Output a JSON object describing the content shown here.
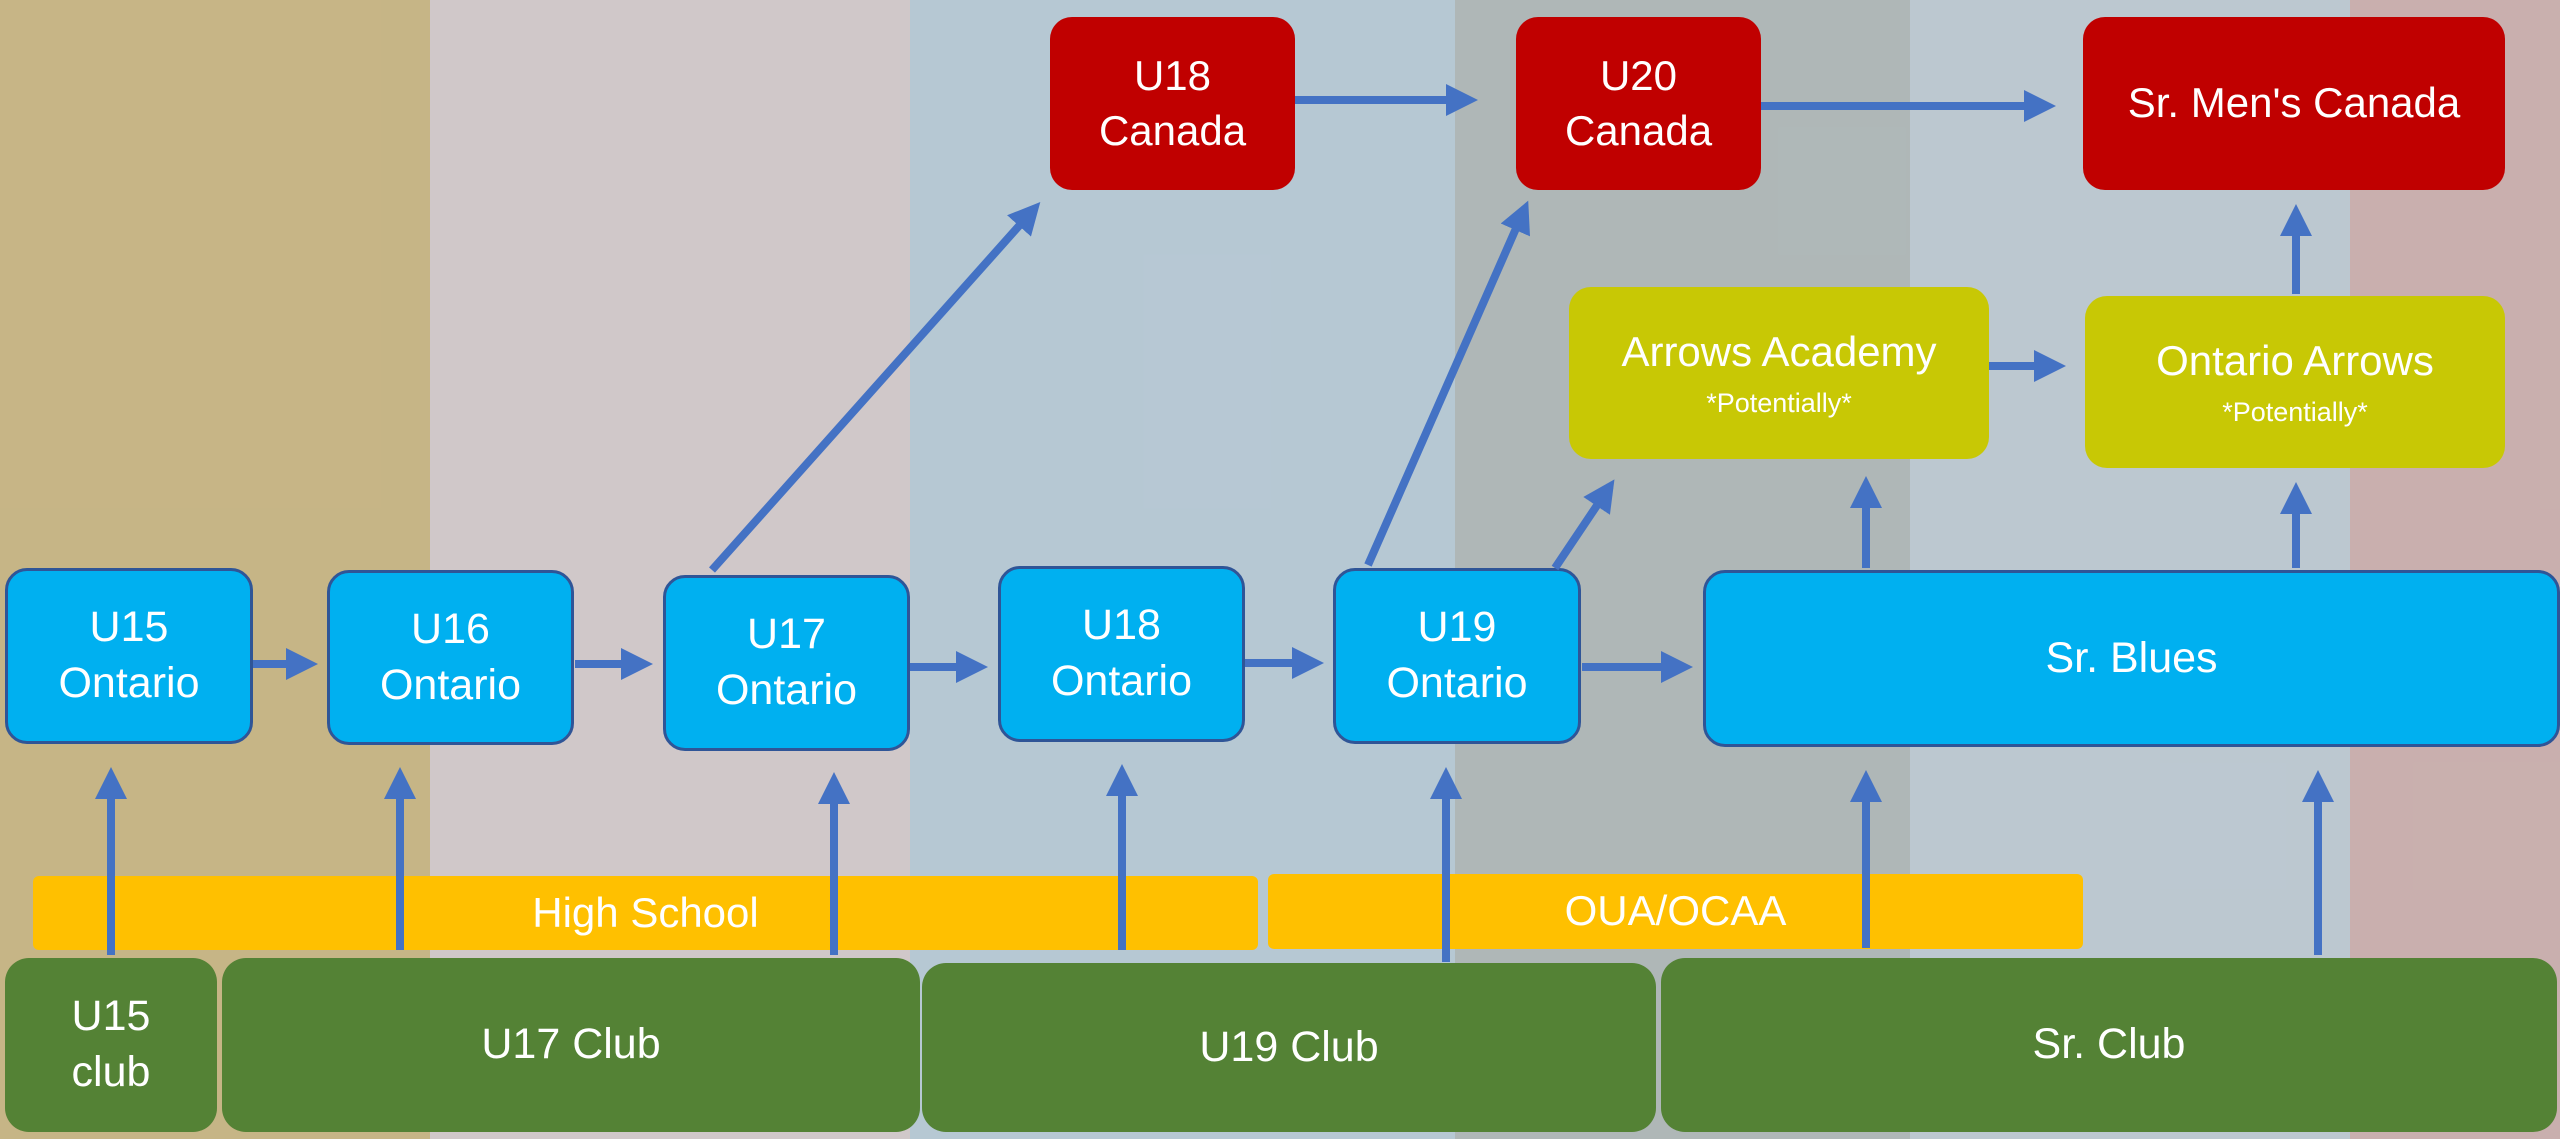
{
  "background": {
    "strip_colors": [
      "#a4883c",
      "#b3a7a8",
      "#8aa7b9",
      "#7e8c8c",
      "#93a7b4",
      "#a87f7c"
    ]
  },
  "colors": {
    "blue": "#00b0f0",
    "blue_border": "#2f5597",
    "red": "#c00000",
    "yellow_green": "#c8c805",
    "orange": "#ffc000",
    "green": "#548235",
    "arrow": "#4472c4"
  },
  "boxes": {
    "u18_canada": "U18\nCanada",
    "u20_canada": "U20\nCanada",
    "sr_mens_canada": "Sr. Men's Canada",
    "arrows_academy": "Arrows Academy",
    "arrows_academy_note": "*Potentially*",
    "ontario_arrows": "Ontario Arrows",
    "ontario_arrows_note": "*Potentially*",
    "u15_ontario": "U15\nOntario",
    "u16_ontario": "U16\nOntario",
    "u17_ontario": "U17\nOntario",
    "u18_ontario": "U18\nOntario",
    "u19_ontario": "U19\nOntario",
    "sr_blues": "Sr. Blues",
    "high_school": "High School",
    "oua_ocaa": "OUA/OCAA",
    "u15_club": "U15\nclub",
    "u17_club": "U17 Club",
    "u19_club": "U19 Club",
    "sr_club": "Sr. Club"
  }
}
